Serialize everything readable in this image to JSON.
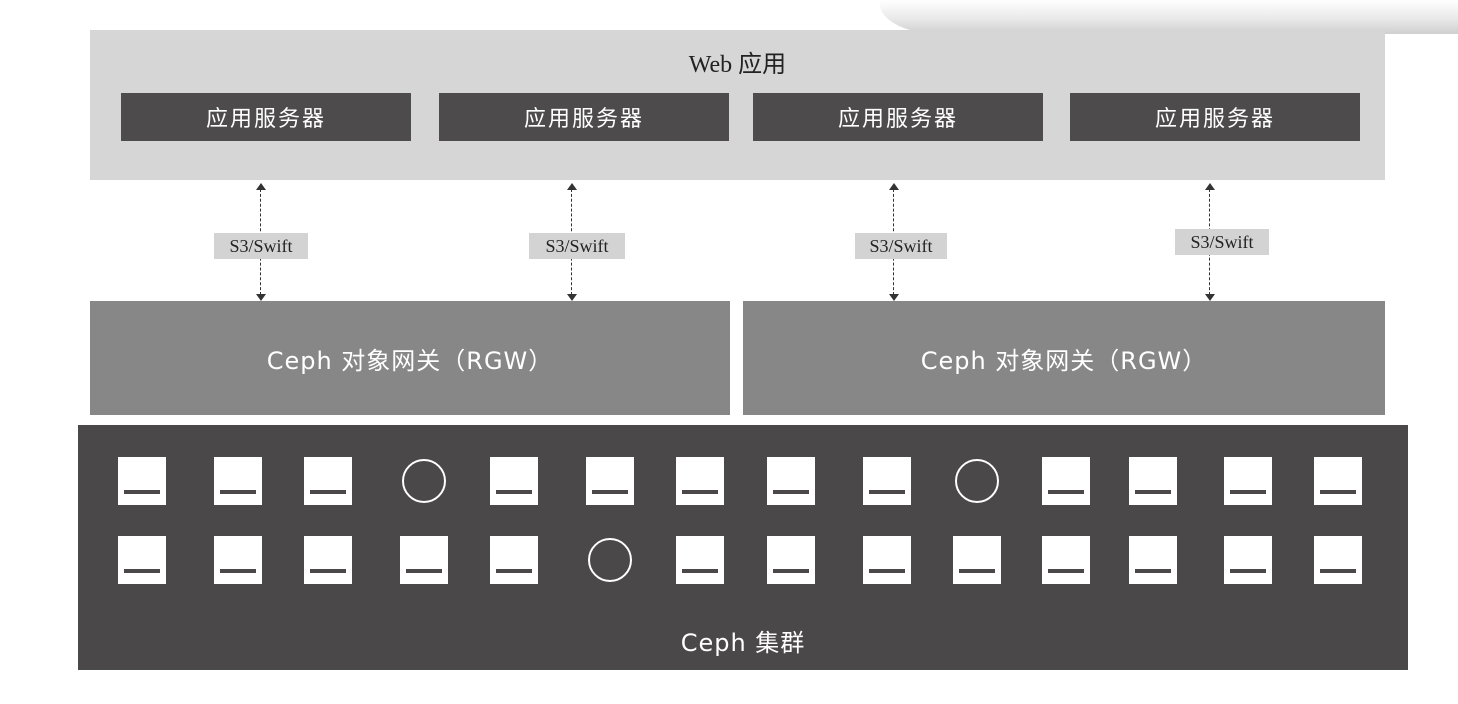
{
  "web_app": {
    "title": "Web 应用"
  },
  "app_servers": [
    {
      "label": "应用服务器"
    },
    {
      "label": "应用服务器"
    },
    {
      "label": "应用服务器"
    },
    {
      "label": "应用服务器"
    }
  ],
  "connections": [
    {
      "protocol": "S3/Swift"
    },
    {
      "protocol": "S3/Swift"
    },
    {
      "protocol": "S3/Swift"
    },
    {
      "protocol": "S3/Swift"
    }
  ],
  "gateways": [
    {
      "label": "Ceph 对象网关（RGW）"
    },
    {
      "label": "Ceph 对象网关（RGW）"
    }
  ],
  "cluster": {
    "label": "Ceph 集群",
    "rows": [
      [
        "disk",
        "disk",
        "disk",
        "circle",
        "disk",
        "disk",
        "disk",
        "disk",
        "disk",
        "circle",
        "disk",
        "disk",
        "disk",
        "disk"
      ],
      [
        "disk",
        "disk",
        "disk",
        "disk",
        "disk",
        "circle",
        "disk",
        "disk",
        "disk",
        "disk",
        "disk",
        "disk",
        "disk",
        "disk"
      ]
    ]
  }
}
